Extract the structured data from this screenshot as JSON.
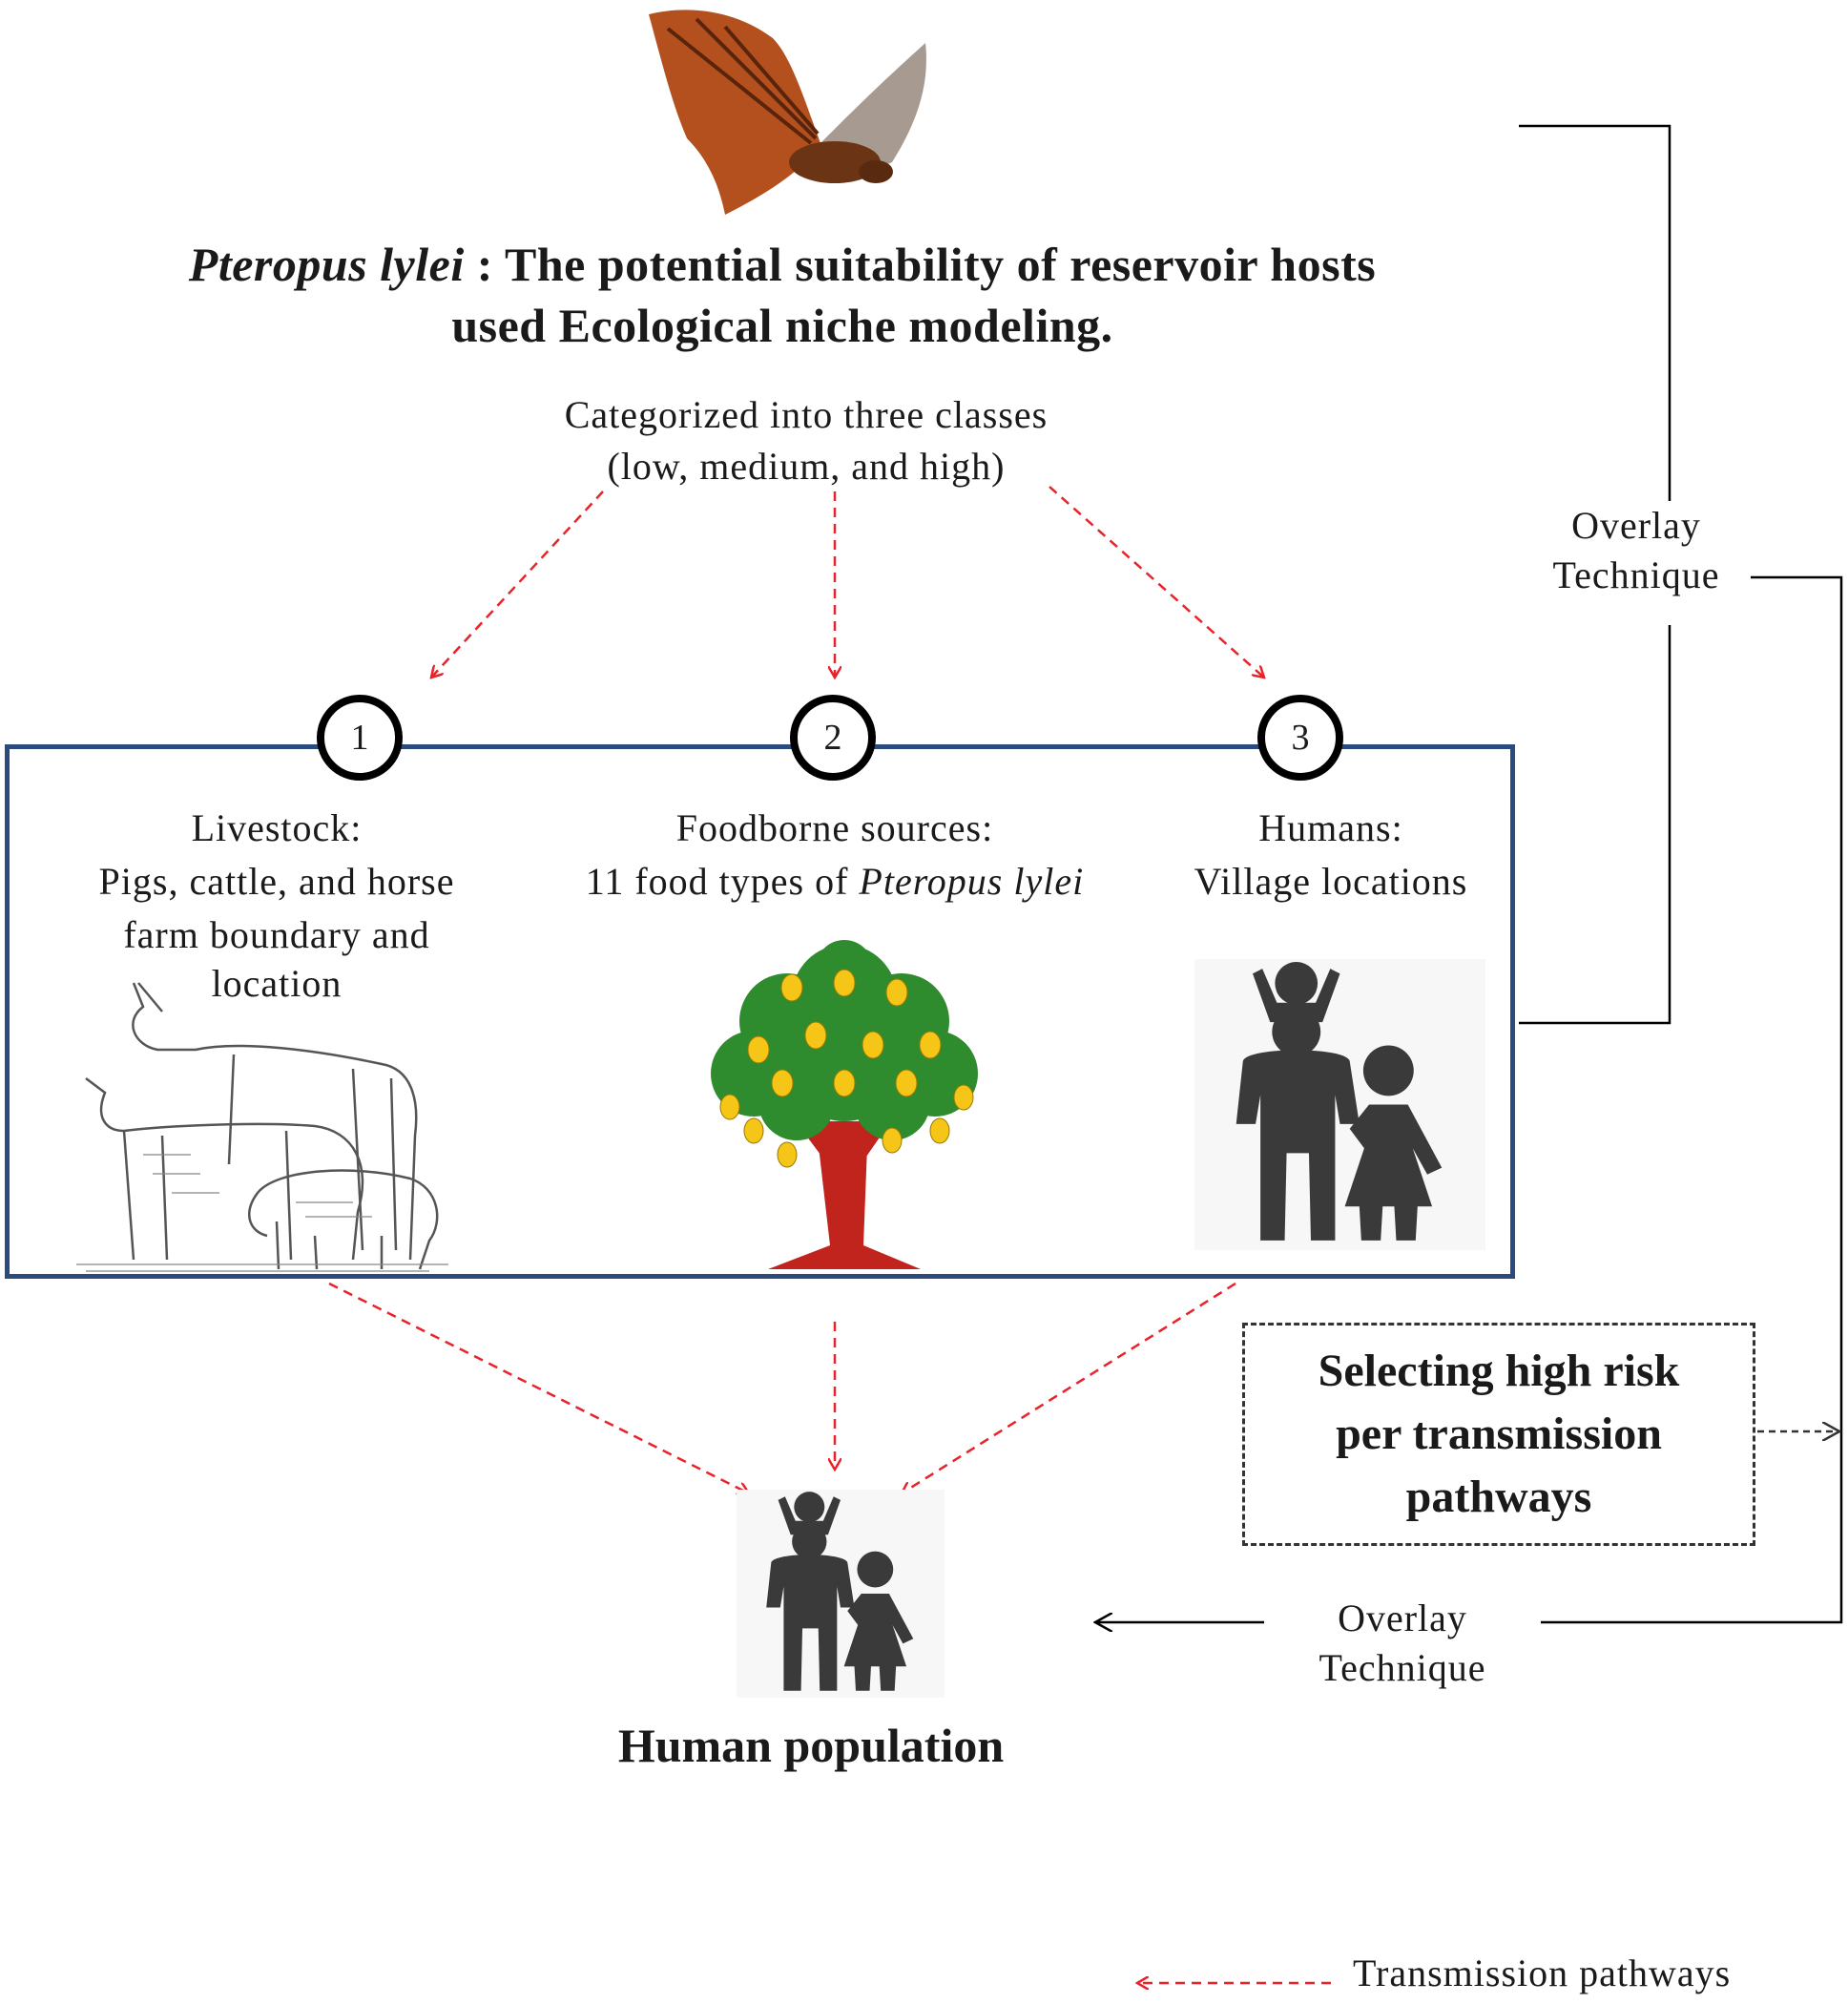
{
  "title": {
    "species": "Pteropus lylei",
    "separator": " : ",
    "line1_rest": "The potential suitability of reservoir hosts",
    "line2": "used Ecological niche modeling."
  },
  "categorization": {
    "line1": "Categorized into three classes",
    "line2": "(low, medium, and high)"
  },
  "categories": [
    {
      "number": "1",
      "label": "Livestock:",
      "line2": "Pigs, cattle, and horse",
      "line3": "farm boundary and",
      "line4": "location",
      "icon": "livestock-icon"
    },
    {
      "number": "2",
      "label": "Foodborne sources:",
      "line2_prefix": "11 food types of ",
      "line2_italic": "Pteropus lylei",
      "icon": "mango-tree-icon"
    },
    {
      "number": "3",
      "label": "Humans:",
      "line2": "Village locations",
      "icon": "family-icon"
    }
  ],
  "overlay_top": {
    "line1": "Overlay",
    "line2": "Technique"
  },
  "overlay_bottom": {
    "line1": "Overlay",
    "line2": "Technique"
  },
  "selecting": {
    "line1": "Selecting high risk",
    "line2": "per transmission",
    "line3": "pathways"
  },
  "human_population": "Human population",
  "legend": {
    "label": "Transmission pathways"
  },
  "colors": {
    "box_border": "#2b4a7e",
    "pathway_arrow": "#e8232a",
    "tree_trunk": "#c0241c",
    "tree_leaves": "#2e8b2e",
    "mango": "#f5c518",
    "people": "#3a3a3a",
    "bat": "#a04a1a"
  }
}
